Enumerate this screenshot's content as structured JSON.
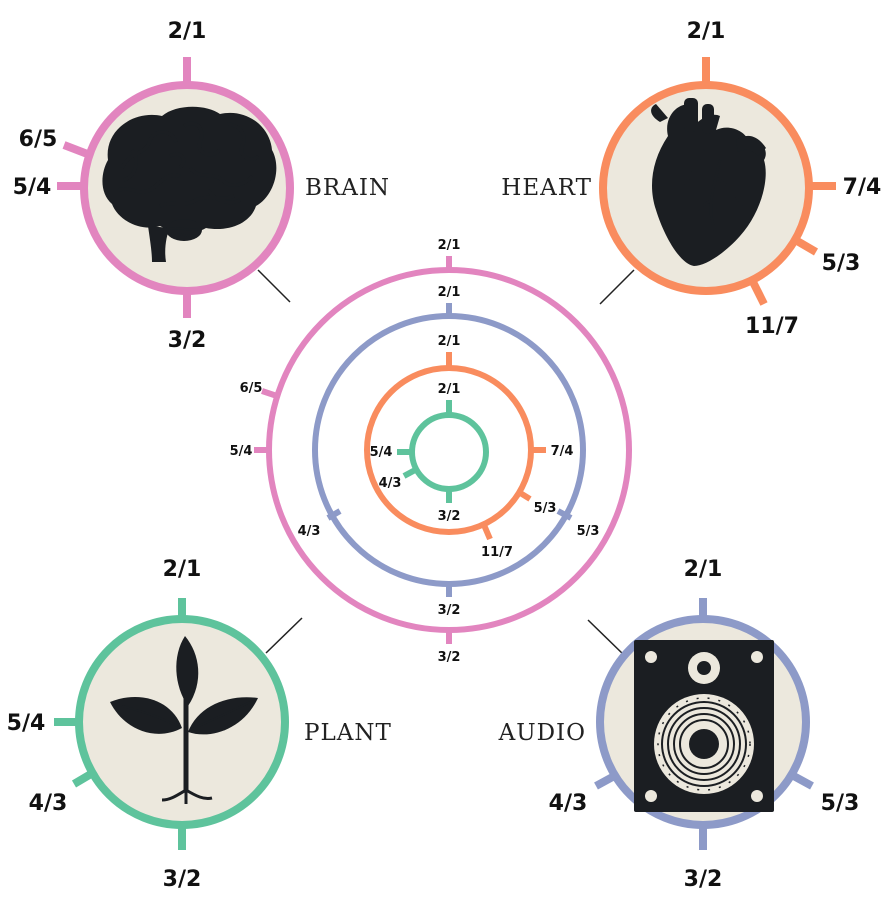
{
  "colors": {
    "brain": "#e285bf",
    "heart": "#f98c5e",
    "plant": "#5ec39c",
    "audio": "#8d9ac8",
    "ink": "#1b1e22",
    "paper": "#ece8dd"
  },
  "icons": {
    "brain": "brain-icon",
    "heart": "anatomical-heart-icon",
    "plant": "sprout-icon",
    "audio": "speaker-icon"
  },
  "brain": {
    "name": "BRAIN",
    "top": "2/1",
    "left_upper": "6/5",
    "left": "5/4",
    "bottom": "3/2"
  },
  "heart": {
    "name": "HEART",
    "top": "2/1",
    "right": "7/4",
    "right_lower": "5/3",
    "bottom_right": "11/7"
  },
  "plant": {
    "name": "PLANT",
    "top": "2/1",
    "left": "5/4",
    "left_lower": "4/3",
    "bottom": "3/2"
  },
  "audio": {
    "name": "AUDIO",
    "top": "2/1",
    "left_lower": "4/3",
    "right_lower": "5/3",
    "bottom": "3/2"
  },
  "center": {
    "outer_top": "2/1",
    "outer_left_upper": "6/5",
    "outer_left": "5/4",
    "outer_bottom": "3/2",
    "second_top": "2/1",
    "second_left_lower": "4/3",
    "second_right_lower": "5/3",
    "second_bottom": "3/2",
    "third_top": "2/1",
    "third_right": "7/4",
    "third_right_lower": "5/3",
    "third_bottom_right": "11/7",
    "inner_top": "2/1",
    "inner_left": "5/4",
    "inner_left_lower": "4/3",
    "inner_bottom": "3/2"
  }
}
